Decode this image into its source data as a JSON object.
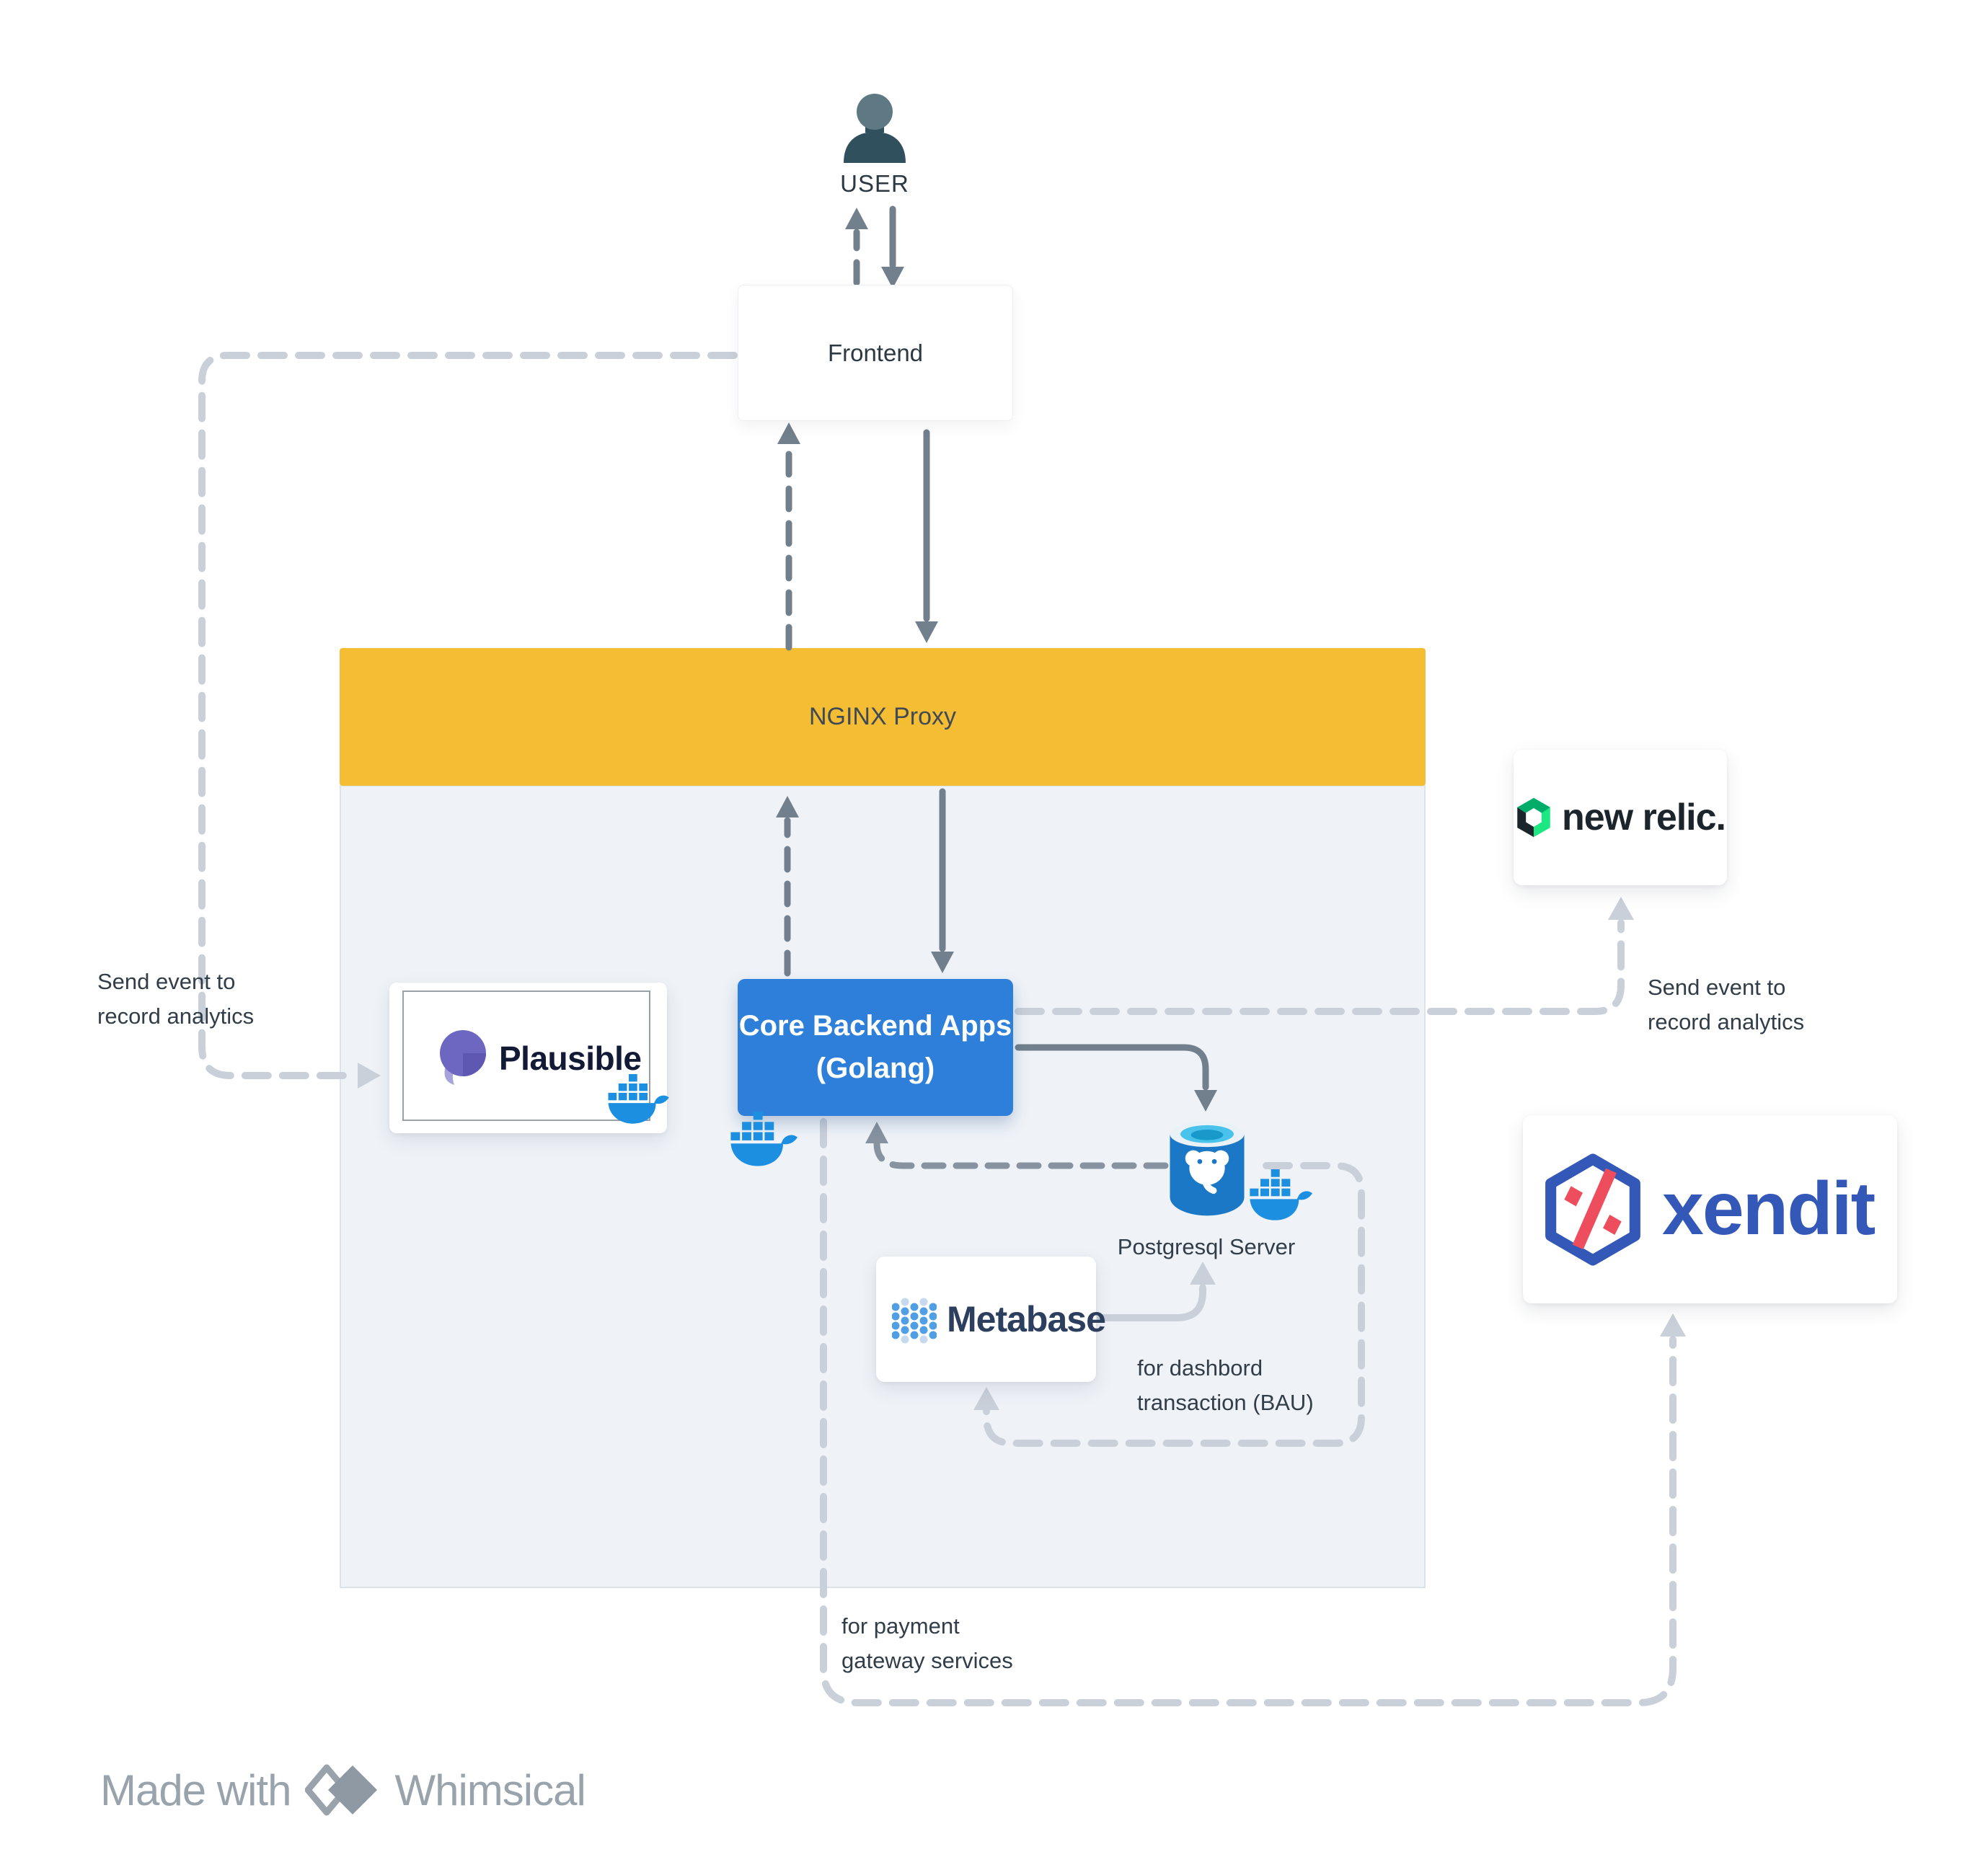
{
  "nodes": {
    "user": {
      "label": "USER"
    },
    "frontend": {
      "label": "Frontend"
    },
    "nginx": {
      "label": "NGINX Proxy"
    },
    "core": {
      "line1": "Core Backend Apps",
      "line2": "(Golang)"
    },
    "plausible": {
      "brand": "Plausible"
    },
    "postgres": {
      "label": "Postgresql Server"
    },
    "metabase": {
      "brand": "Metabase"
    },
    "newrelic": {
      "brand": "new relic."
    },
    "xendit": {
      "brand": "xendit"
    }
  },
  "annotations": {
    "left_analytics": {
      "line1": "Send event to",
      "line2": "record analytics"
    },
    "right_analytics": {
      "line1": "Send event to",
      "line2": "record analytics"
    },
    "bau": {
      "line1": "for dashbord",
      "line2": "transaction (BAU)"
    },
    "payment": {
      "line1": "for payment",
      "line2": "gateway services"
    }
  },
  "footer": {
    "made_with": "Made with",
    "brand": "Whimsical"
  },
  "colors": {
    "nginx-yellow": "#F5BD33",
    "core-blue": "#2E7FD9",
    "panel-bg": "#EFF3F8",
    "arrow-dark": "#72808D",
    "arrow-mid": "#8793A0",
    "arrow-light": "#C9D0D9",
    "docker-blue": "#1D8FE1",
    "text-dark": "#313D48",
    "footer-gray": "#99A3AC",
    "metabase-navy": "#2D3F5E",
    "metabase-blue": "#509EE3",
    "plausible-purple": "#6E67C2",
    "plausible-dark": "#131A35",
    "newrelic-green": "#1CE783",
    "newrelic-dark": "#1D252C",
    "xendit-blue": "#3358B8",
    "xendit-red": "#EE4D5D",
    "postgres-blue": "#1B78C7",
    "postgres-cyan": "#49C3EC",
    "user-slate": "#5E7983",
    "user-slate-dark": "#31505D"
  }
}
